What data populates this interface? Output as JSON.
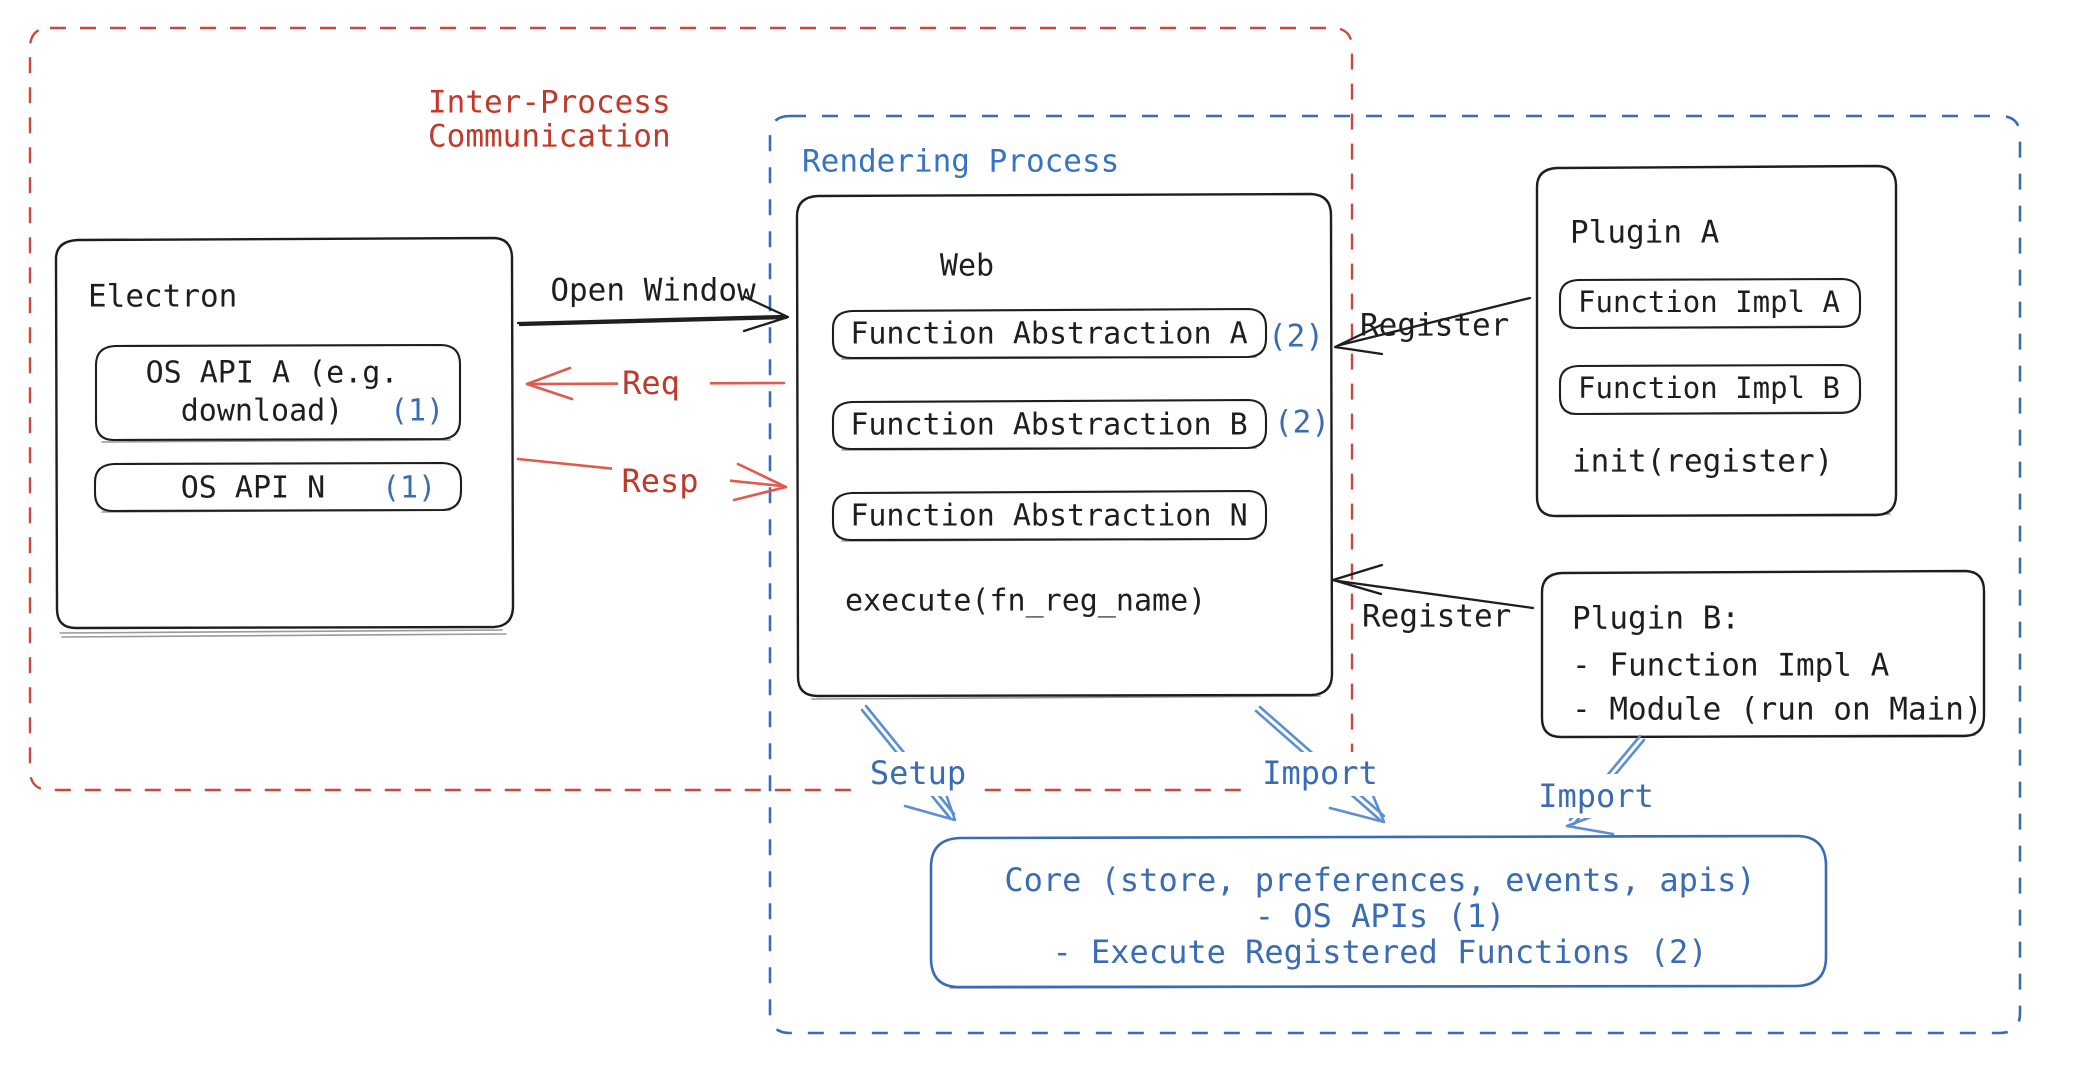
{
  "diagram": {
    "title_semantics": "electron-plugin-architecture",
    "colors": {
      "red": "#c0392b",
      "red_dash": "#d0463a",
      "red_arrow": "#e05a4d",
      "blue": "#3a6cb5",
      "blue_arrow": "#5b8fd4",
      "dark": "#1e1e1e",
      "background": "#ffffff"
    }
  },
  "groups": {
    "ipc": {
      "label_line1": "Inter-Process",
      "label_line2": "Communication"
    },
    "rendering": {
      "label": "Rendering Process"
    }
  },
  "electron": {
    "title": "Electron",
    "apis": [
      {
        "line1": "OS API A (e.g.",
        "line2": "download)",
        "badge": "(1)"
      },
      {
        "line1": "OS API N",
        "line2": "",
        "badge": "(1)"
      }
    ]
  },
  "web": {
    "title": "Web",
    "abstractions": [
      {
        "label": "Function Abstraction A",
        "badge": "(2)"
      },
      {
        "label": "Function Abstraction B",
        "badge": "(2)"
      },
      {
        "label": "Function Abstraction N",
        "badge": ""
      }
    ],
    "footer": "execute(fn_reg_name)"
  },
  "plugin_a": {
    "title": "Plugin A",
    "items": [
      "Function Impl A",
      "Function Impl B"
    ],
    "footer": "init(register)"
  },
  "plugin_b": {
    "title": "Plugin B:",
    "items": [
      "- Function Impl A",
      "- Module (run on Main)"
    ]
  },
  "core": {
    "line1": "Core (store, preferences, events, apis)",
    "line2": "- OS APIs (1)",
    "line3": "- Execute Registered Functions (2)"
  },
  "edges": {
    "open_window": "Open Window",
    "req": "Req",
    "resp": "Resp",
    "register_a": "Register",
    "register_b": "Register",
    "setup": "Setup",
    "import_web": "Import",
    "import_plugin_b": "Import"
  }
}
